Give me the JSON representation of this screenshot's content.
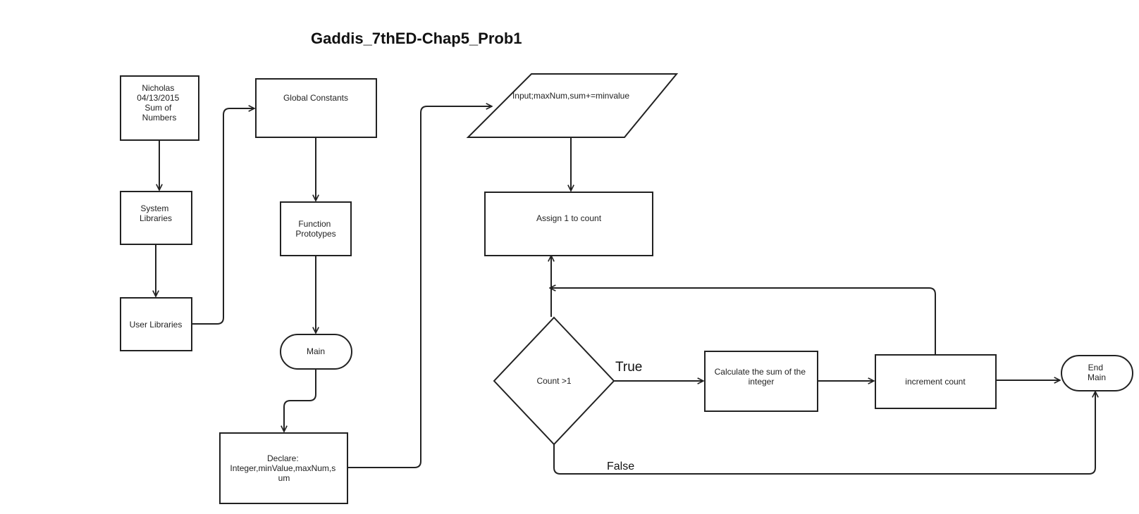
{
  "diagram": {
    "title": "Gaddis_7thED-Chap5_Prob1",
    "colors": {
      "stroke": "#222222",
      "fill": "#ffffff",
      "text": "#222222"
    },
    "nodes": {
      "header": {
        "shape": "process",
        "lines": [
          "Nicholas",
          "04/13/2015",
          "Sum of",
          "Numbers"
        ]
      },
      "system_libraries": {
        "shape": "process",
        "lines": [
          "System",
          "Libraries"
        ]
      },
      "user_libraries": {
        "shape": "process",
        "lines": [
          "User Libraries"
        ]
      },
      "global_constants": {
        "shape": "process",
        "lines": [
          "Global Constants"
        ]
      },
      "function_prototypes": {
        "shape": "process",
        "lines": [
          "Function",
          "Prototypes"
        ]
      },
      "main": {
        "shape": "terminator",
        "lines": [
          "Main"
        ]
      },
      "declare": {
        "shape": "process",
        "lines": [
          "Declare:",
          "Integer,minValue,maxNum,s",
          "um"
        ]
      },
      "input": {
        "shape": "input-output",
        "lines": [
          "Input;maxNum,sum+=minvalue"
        ]
      },
      "assign_count": {
        "shape": "process",
        "lines": [
          "Assign 1 to count"
        ]
      },
      "count_decision": {
        "shape": "decision",
        "lines": [
          "Count >1"
        ]
      },
      "calculate_sum": {
        "shape": "process",
        "lines": [
          "Calculate the sum of the",
          "integer"
        ]
      },
      "increment_count": {
        "shape": "process",
        "lines": [
          "increment count"
        ]
      },
      "end_main": {
        "shape": "terminator",
        "lines": [
          "End",
          "Main"
        ]
      }
    },
    "edges": [
      {
        "from": "header",
        "to": "system_libraries"
      },
      {
        "from": "system_libraries",
        "to": "user_libraries"
      },
      {
        "from": "user_libraries",
        "to": "global_constants"
      },
      {
        "from": "global_constants",
        "to": "function_prototypes"
      },
      {
        "from": "function_prototypes",
        "to": "main"
      },
      {
        "from": "main",
        "to": "declare"
      },
      {
        "from": "declare",
        "to": "input"
      },
      {
        "from": "input",
        "to": "assign_count"
      },
      {
        "from": "count_decision",
        "to": "assign_count"
      },
      {
        "from": "count_decision",
        "to": "calculate_sum",
        "label": "True"
      },
      {
        "from": "calculate_sum",
        "to": "increment_count"
      },
      {
        "from": "increment_count",
        "to": "assign_count"
      },
      {
        "from": "increment_count",
        "to": "end_main"
      },
      {
        "from": "count_decision",
        "to": "end_main",
        "label": "False"
      }
    ]
  }
}
